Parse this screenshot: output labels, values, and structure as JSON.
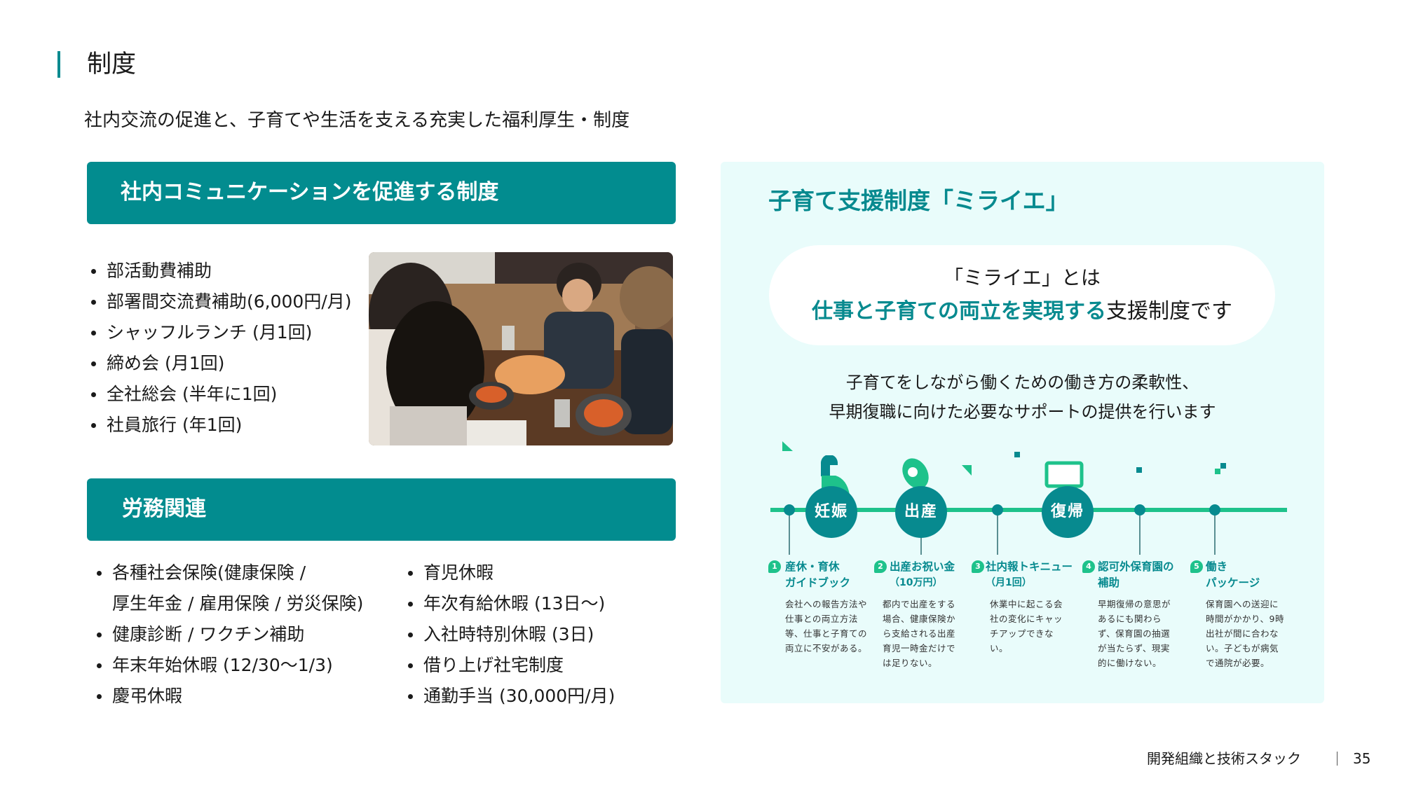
{
  "header": {
    "title": "制度",
    "subtitle": "社内交流の促進と、子育てや生活を支える充実した福利厚生・制度"
  },
  "communication": {
    "heading": "社内コミュニケーションを促進する制度",
    "items": [
      "部活動費補助",
      "部署間交流費補助(6,000円/月)",
      "シャッフルランチ (月1回)",
      "締め会 (月1回)",
      "全社総会 (半年に1回)",
      "社員旅行 (年1回)"
    ],
    "photo_alt": "dinner-party-photo"
  },
  "labor": {
    "heading": "労務関連",
    "left_items": [
      "各種社会保険(健康保険 /",
      "厚生年金 / 雇用保険 / 労災保険)",
      "健康診断 / ワクチン補助",
      "年末年始休暇 (12/30〜1/3)",
      "慶弔休暇"
    ],
    "right_items": [
      "育児休暇",
      "年次有給休暇 (13日〜)",
      "入社時特別休暇 (3日)",
      "借り上げ社宅制度",
      "通勤手当 (30,000円/月)"
    ]
  },
  "mirai": {
    "title": "子育て支援制度「ミライエ」",
    "pill_line1": "「ミライエ」とは",
    "pill_highlight": "仕事と子育ての両立を実現する",
    "pill_rest": "支援制度です",
    "desc_line1": "子育てをしながら働くための働き方の柔軟性、",
    "desc_line2": "早期復職に向けた必要なサポートの提供を行います",
    "stages": [
      "妊娠",
      "出産",
      "復帰"
    ],
    "items": [
      {
        "num": "1",
        "title1": "産休・育休",
        "title2": "ガイドブック",
        "text": "会社への報告方法や仕事との両立方法等、仕事と子育ての両立に不安がある。"
      },
      {
        "num": "2",
        "title1": "出産お祝い金",
        "title2": "（10万円）",
        "text": "都内で出産をする場合、健康保険から支給される出産育児一時金だけでは足りない。"
      },
      {
        "num": "3",
        "title1": "社内報トキニュー",
        "title2": "（月1回）",
        "text": "休業中に起こる会社の変化にキャッチアップできない。"
      },
      {
        "num": "4",
        "title1": "認可外保育園の",
        "title2": "補助",
        "text": "早期復帰の意思があるにも関わらず、保育園の抽選が当たらず、現実的に働けない。"
      },
      {
        "num": "5",
        "title1": "働き",
        "title2": "パッケージ",
        "text": "保育園への送迎に時間がかかり、9時出社が間に合わない。子どもが病気で通院が必要。"
      }
    ],
    "colors": {
      "teal": "#078a8f",
      "green": "#1ec28b",
      "panel_bg": "#e9fcfb"
    }
  },
  "footer": {
    "text": "開発組織と技術スタック",
    "page": "35"
  }
}
